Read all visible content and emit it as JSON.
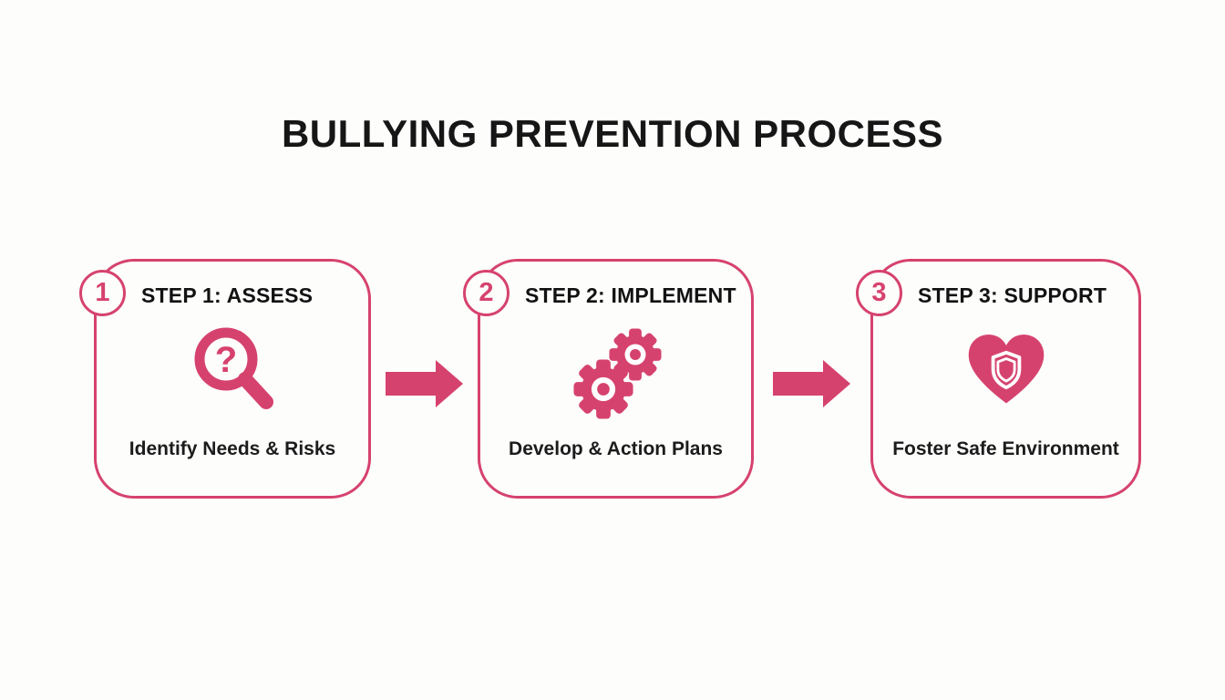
{
  "title": "BULLYING PREVENTION PROCESS",
  "colors": {
    "accent": "#d6426e",
    "text": "#161616",
    "background": "#fdfdfc"
  },
  "steps": [
    {
      "number": "1",
      "heading": "STEP 1: ASSESS",
      "caption": "Identify Needs & Risks",
      "icon": "magnifier-question-icon",
      "question_mark": "?"
    },
    {
      "number": "2",
      "heading": "STEP 2: IMPLEMENT",
      "caption": "Develop & Action Plans",
      "icon": "gears-icon"
    },
    {
      "number": "3",
      "heading": "STEP 3: SUPPORT",
      "caption": "Foster Safe Environment",
      "icon": "heart-shield-icon"
    }
  ],
  "connectors": [
    "arrow-right",
    "arrow-right"
  ]
}
